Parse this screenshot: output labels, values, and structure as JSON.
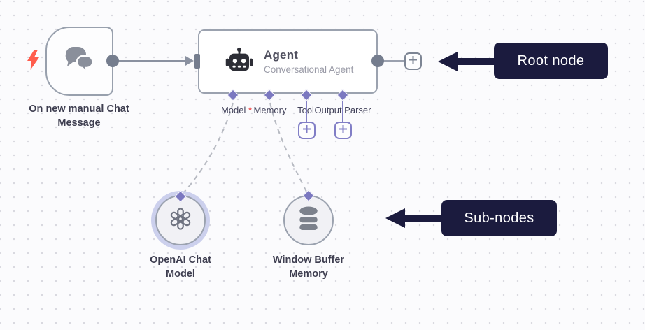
{
  "colors": {
    "accent_purple": "#7b78c0",
    "node_border": "#9ba2af",
    "connector_gray": "#757d8e",
    "dashed_line": "#b7bac2",
    "annotation_bg": "#1b1b3e",
    "bolt_red": "#ff5c4c",
    "required_red": "#f05555"
  },
  "trigger_node": {
    "label": "On new manual Chat Message",
    "icon": "chat-bubbles"
  },
  "agent_node": {
    "title": "Agent",
    "subtitle": "Conversational Agent",
    "icon": "robot",
    "required_marker": "*",
    "ports": [
      {
        "label": "Model",
        "required": true
      },
      {
        "label": "Memory",
        "required": false
      },
      {
        "label": "Tool",
        "required": false,
        "has_add_button": true
      },
      {
        "label": "Output Parser",
        "required": false,
        "has_add_button": true
      }
    ]
  },
  "sub_nodes": [
    {
      "label": "OpenAI Chat Model",
      "icon": "openai-logo",
      "selected": true
    },
    {
      "label": "Window Buffer Memory",
      "icon": "database",
      "selected": false
    }
  ],
  "annotations": {
    "root": "Root node",
    "sub": "Sub-nodes"
  }
}
